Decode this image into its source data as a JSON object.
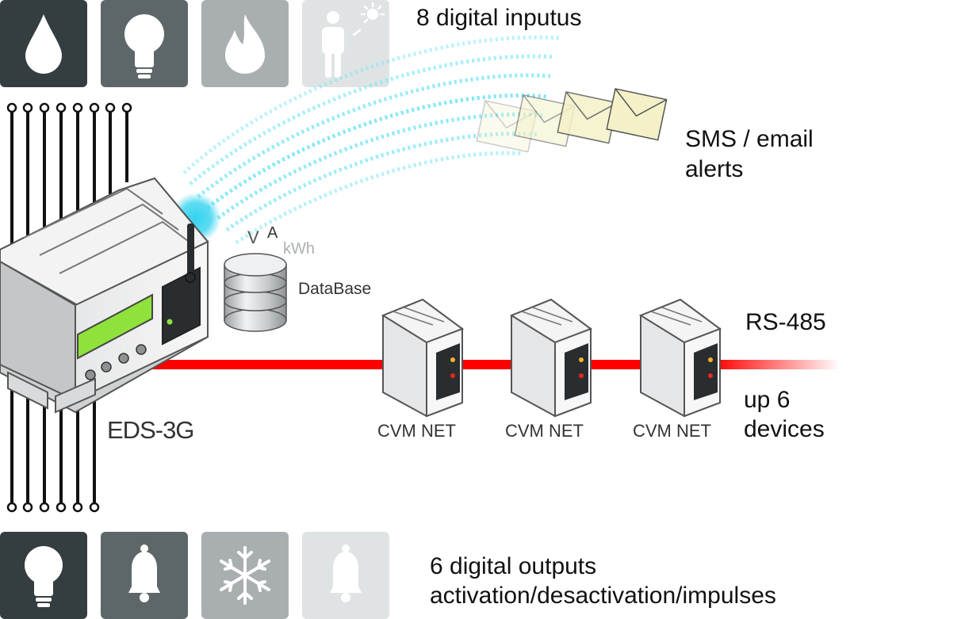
{
  "inputs": {
    "label": "8 digital inputus",
    "icons": [
      {
        "name": "water-drop-icon",
        "bg": "#343d3f"
      },
      {
        "name": "light-bulb-icon",
        "bg": "#5d6769"
      },
      {
        "name": "flame-icon",
        "bg": "#a9afb1"
      },
      {
        "name": "person-sun-icon",
        "bg": "#dfe3e4"
      }
    ]
  },
  "outputs": {
    "label_line1": "6 digital outputs",
    "label_line2": "activation/desactivation/impulses",
    "icons": [
      {
        "name": "light-bulb-icon",
        "bg": "#343d3f"
      },
      {
        "name": "bell-icon",
        "bg": "#5d6769"
      },
      {
        "name": "snowflake-icon",
        "bg": "#a9afb1"
      },
      {
        "name": "bell-icon",
        "bg": "#dfe3e4"
      }
    ]
  },
  "alerts": {
    "line1": "SMS / email",
    "line2": "alerts"
  },
  "main_device": {
    "label": "EDS-3G"
  },
  "database": {
    "label": "DataBase",
    "units": [
      "V",
      "A",
      "kWh"
    ]
  },
  "bus": {
    "label": "RS-485",
    "capacity_line1": "up 6",
    "capacity_line2": "devices",
    "color": "#ff0000"
  },
  "meters": [
    {
      "label": "CVM NET"
    },
    {
      "label": "CVM NET"
    },
    {
      "label": "CVM NET"
    }
  ],
  "colors": {
    "wifi": "#7fe8f5",
    "wifi_glow": "#34d3ef",
    "lcd": "#8ee23b",
    "envelope": "#f4f1c8"
  }
}
